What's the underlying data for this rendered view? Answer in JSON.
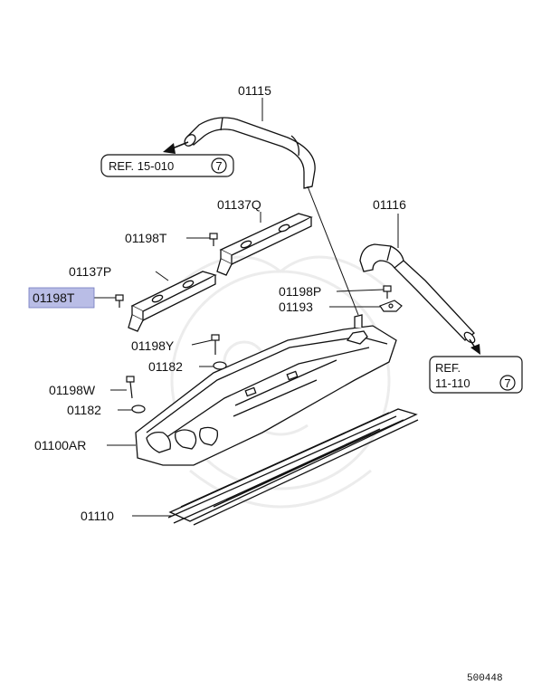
{
  "parts": {
    "p01115": "01115",
    "p01116": "01116",
    "p01137q": "01137Q",
    "p01198t_upper": "01198T",
    "p01137p": "01137P",
    "p01198t_highlight": "01198T",
    "p01198p": "01198P",
    "p01193": "01193",
    "p01198y": "01198Y",
    "p01182_upper": "01182",
    "p01198w": "01198W",
    "p01182_lower": "01182",
    "p01100ar": "01100AR",
    "p01110": "01110"
  },
  "refs": {
    "ref1_text": "REF. 15-010",
    "ref1_num": "7",
    "ref2_line1": "REF.",
    "ref2_line2": "11-110",
    "ref2_num": "7"
  },
  "diagram_number": "500448",
  "colors": {
    "highlight": "#b9bde6",
    "line": "#111111",
    "watermark": "#ececec"
  }
}
